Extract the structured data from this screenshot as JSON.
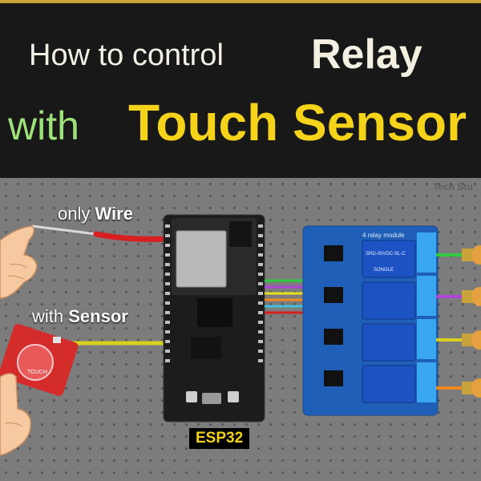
{
  "title": {
    "line1_regular": "How to control",
    "line1_bold": "Relay",
    "line2_regular": "with",
    "line2_bold": "Touch Sensor"
  },
  "labels": {
    "wire_prefix": "only",
    "wire_bold": "Wire",
    "sensor_prefix": "with",
    "sensor_bold": "Sensor",
    "esp32": "ESP32",
    "touch_module": "TOUCH",
    "relay_module": "4 relay module",
    "relay_model": "SRD-05VDC-SL-C",
    "relay_brand": "SONGLE",
    "watermark": "Tech Stu"
  },
  "colors": {
    "title_white": "#f2f0e6",
    "title_green": "#9ee07a",
    "title_yellow": "#f5d31a",
    "board_grey": "#7c7c7c",
    "relay_pcb": "#1f5fb8",
    "relay_case": "#1d52c4",
    "touch_pcb": "#d42b2b",
    "esp_pcb": "#1c1c1c"
  },
  "icons": [
    "finger-pointing-icon",
    "finger-pressing-icon",
    "lamp-bulb-icon"
  ]
}
